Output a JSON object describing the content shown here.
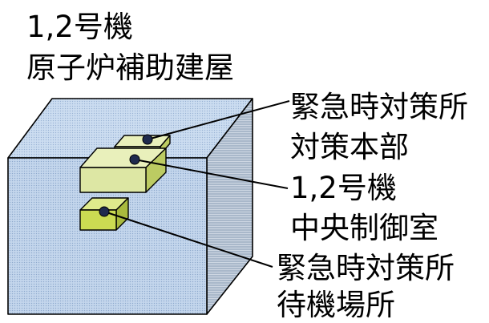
{
  "building_label": {
    "line1": "1,2号機",
    "line2": "原子炉補助建屋"
  },
  "callouts": [
    {
      "line1": "緊急時対策所",
      "line2": "対策本部"
    },
    {
      "line1": "1,2号機",
      "line2": "中央制御室"
    },
    {
      "line1": "緊急時対策所",
      "line2": "待機場所"
    }
  ],
  "colors": {
    "building_front": "#bdd1e9",
    "building_top": "#c6d8ee",
    "building_side": "#a9b8ca",
    "room_front": "#dde7a4",
    "room_top": "#e9f0bb",
    "room_side": "#bccb62",
    "room_small_front": "#cbdb52",
    "marker": "#1f2a4d",
    "leader_line": "#000000"
  }
}
